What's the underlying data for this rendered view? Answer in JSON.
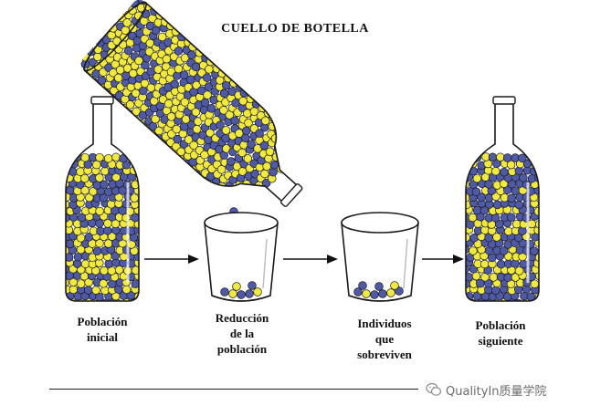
{
  "title": "CUELLO DE BOTELLA",
  "labels": {
    "initial": [
      "Población",
      "inicial"
    ],
    "reduction": [
      "Reducción",
      "de la",
      "población"
    ],
    "survivors": [
      "Individuos",
      "que",
      "sobreviven"
    ],
    "next": [
      "Población",
      "siguiente"
    ]
  },
  "watermark": "QualityIn质量学院",
  "colors": {
    "yellow": "#f2ea3a",
    "blue": "#4e5aa8",
    "outline": "#1a1a1a",
    "glass": "#ffffff"
  },
  "icons": [
    "wechat-icon",
    "arrow-right-icon"
  ]
}
